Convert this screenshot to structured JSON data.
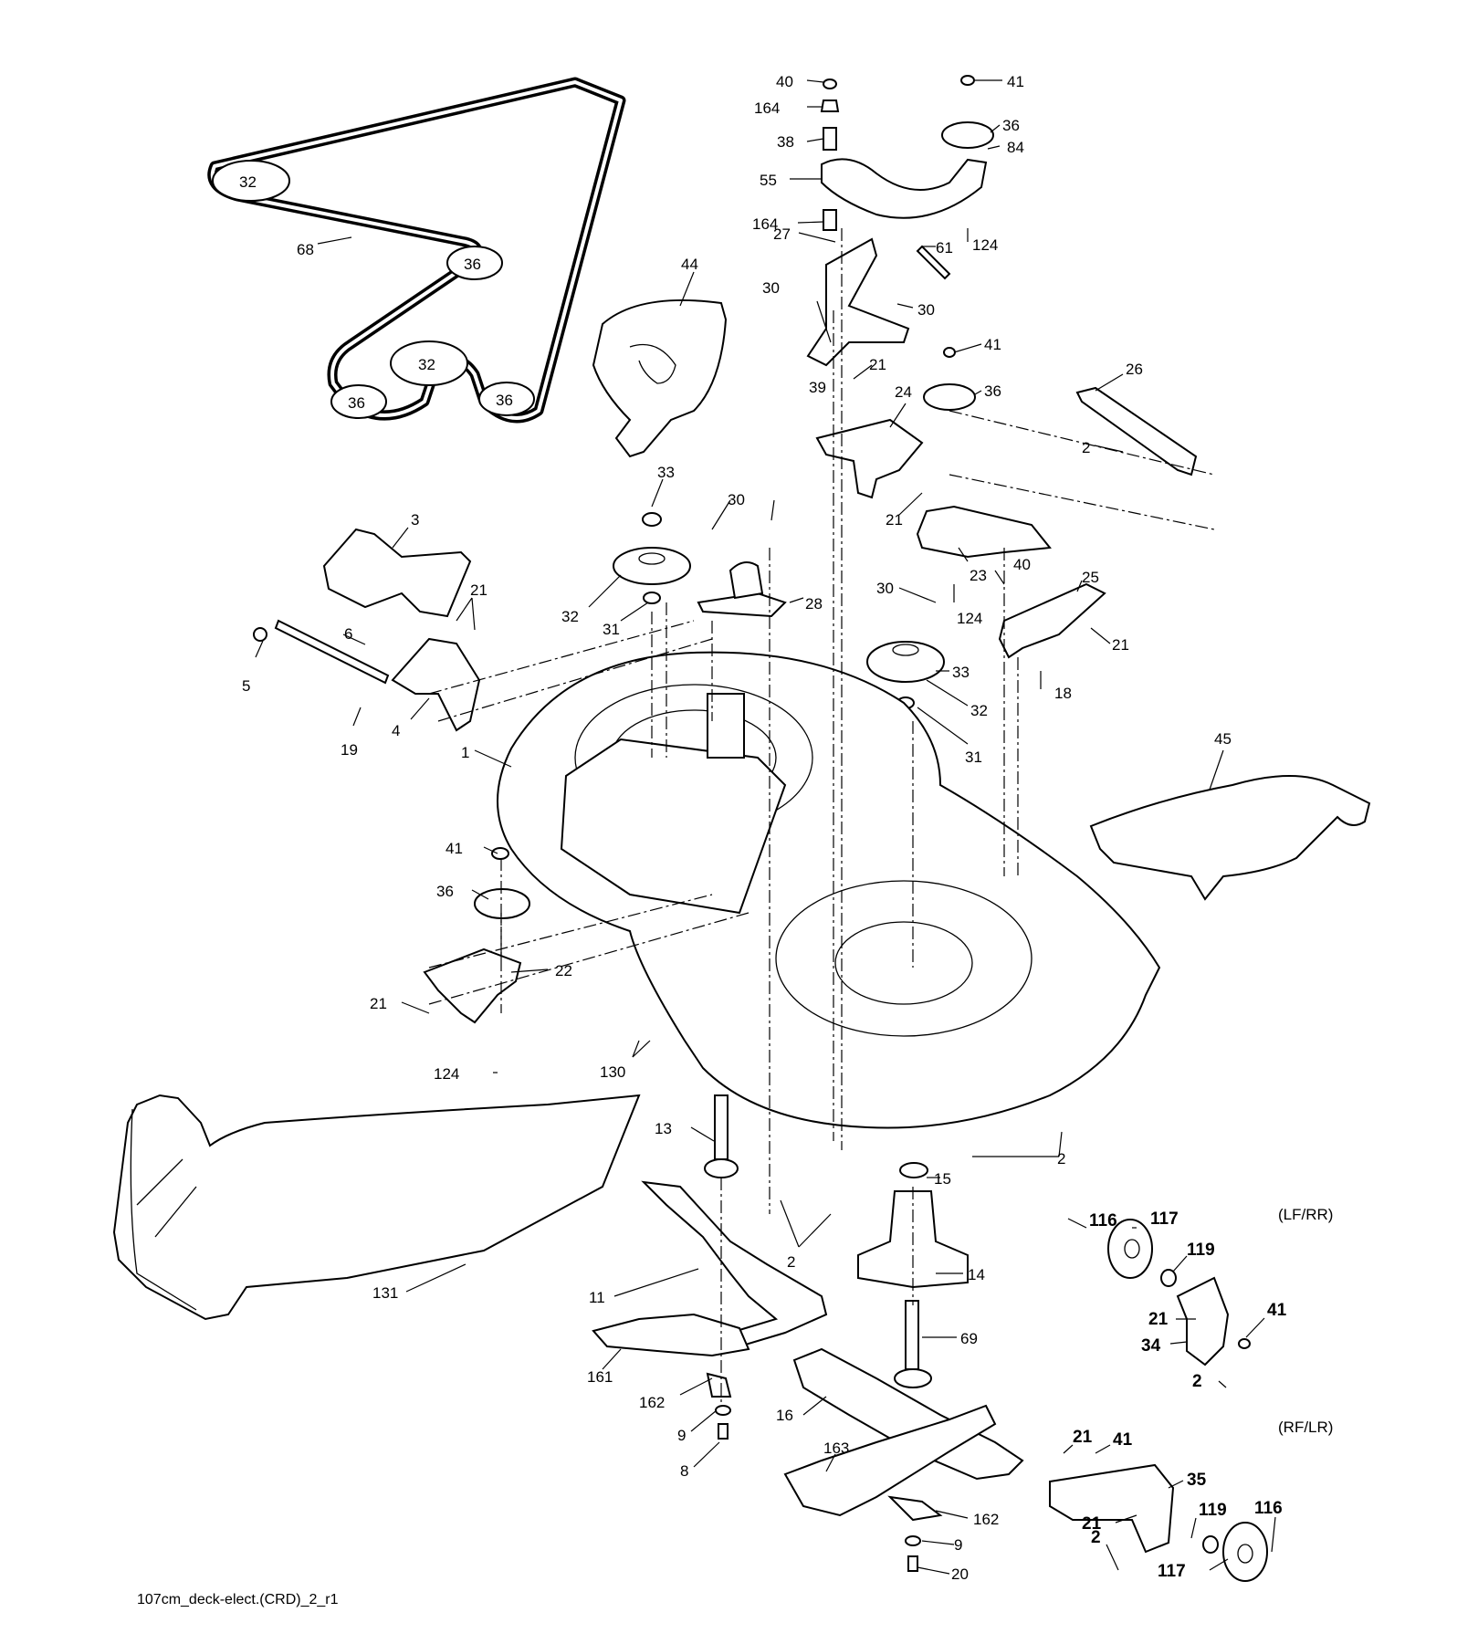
{
  "footer_code": "107cm_deck-elect.(CRD)_2_r1",
  "variant_labels": {
    "lf_rr": "(LF/RR)",
    "rf_lr": "(RF/LR)"
  },
  "callouts": {
    "c40a": "40",
    "c164a": "164",
    "c38": "38",
    "c55": "55",
    "c164b": "164",
    "c41a": "41",
    "c36a": "36",
    "c84": "84",
    "c124a": "124",
    "c27": "27",
    "c61": "61",
    "c30a": "30",
    "c30b": "30",
    "c41b": "41",
    "c21a": "21",
    "c39": "39",
    "c24": "24",
    "c36b": "36",
    "c26": "26",
    "c2a": "2",
    "c21b": "21",
    "c23": "23",
    "c124b": "124",
    "c30c": "30",
    "c40b": "40",
    "c25": "25",
    "c21c": "21",
    "c18": "18",
    "c33a": "33",
    "c32a": "32",
    "c31a": "31",
    "c30d": "30",
    "c28": "28",
    "c33b": "33",
    "c32b": "32",
    "c31b": "31",
    "c3": "3",
    "c21d": "21",
    "c6": "6",
    "c5": "5",
    "c19": "19",
    "c4": "4",
    "c1": "1",
    "c44": "44",
    "c68": "68",
    "c45": "45",
    "c41c": "41",
    "c36c": "36",
    "c22": "22",
    "c21e": "21",
    "c124c": "124",
    "c130": "130",
    "c13": "13",
    "c15": "15",
    "c2b": "2",
    "c14": "14",
    "c2c": "2",
    "c131": "131",
    "c11": "11",
    "c161": "161",
    "c162a": "162",
    "c9a": "9",
    "c8": "8",
    "c69": "69",
    "c16": "16",
    "c163": "163",
    "c162b": "162",
    "c9b": "9",
    "c20": "20",
    "c116a": "116",
    "c117a": "117",
    "c119a": "119",
    "c21f": "21",
    "c41d": "41",
    "c34": "34",
    "c2d": "2",
    "c21g": "21",
    "c41e": "41",
    "c35": "35",
    "c21h": "21",
    "c119b": "119",
    "c116b": "116",
    "c2e": "2",
    "c117b": "117"
  },
  "belt_pulley_labels": {
    "p1": "32",
    "p2": "36",
    "p3": "32",
    "p4": "36",
    "p5": "36"
  }
}
